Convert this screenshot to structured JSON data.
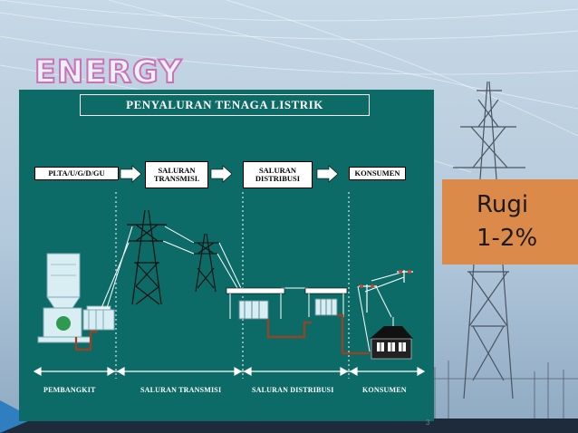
{
  "slide": {
    "title": "ENERGY LOSS?",
    "page_number": "3"
  },
  "diagram": {
    "header": "PENYALURAN TENAGA LISTRIK",
    "stages": [
      {
        "label": "PLTA/U/G/D/GU"
      },
      {
        "label": "SALURAN\nTRANSMISI."
      },
      {
        "label": "SALURAN\nDISTRIBUSI"
      },
      {
        "label": "KONSUMEN"
      }
    ],
    "segments": [
      "PEMBANGKIT",
      "SALURAN  TRANSMISI",
      "SALURAN  DISTRIBUSI",
      "KONSUMEN"
    ]
  },
  "callout": {
    "line1": "Rugi",
    "line2": "1-2%"
  },
  "colors": {
    "panel": "#0c6b67",
    "callout": "#dc8a4a",
    "title_outline": "#cf6fb8",
    "cable": "#a04020"
  }
}
